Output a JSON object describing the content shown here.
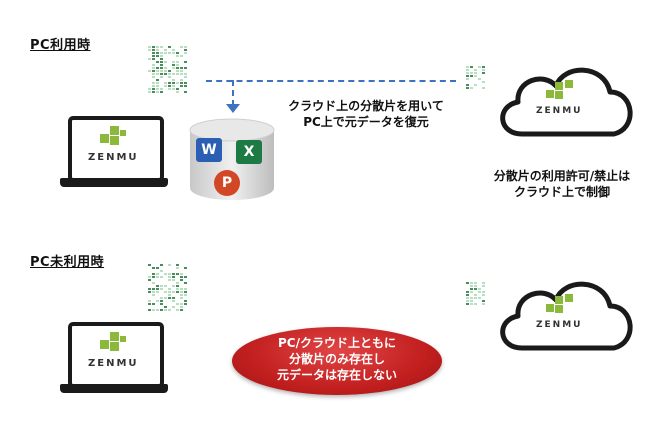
{
  "section_pc": {
    "heading": "PC利用時"
  },
  "section_nopc": {
    "heading": "PC未利用時"
  },
  "logo_word": "ZENMU",
  "restore_caption": {
    "line1": "クラウド上の分散片を用いて",
    "line2": "PC上で元データを復元"
  },
  "control_caption": {
    "line1": "分散片の利用許可/禁止は",
    "line2": "クラウド上で制御"
  },
  "warning_pill": {
    "line1": "PC/クラウド上ともに",
    "line2": "分散片のみ存在し",
    "line3": "元データは存在しない"
  },
  "office_icons": [
    "W",
    "X",
    "P"
  ],
  "colors": {
    "accent_green": "#8cb83c",
    "arrow_blue": "#3c72c0",
    "pill_red": "#c21f1f"
  }
}
